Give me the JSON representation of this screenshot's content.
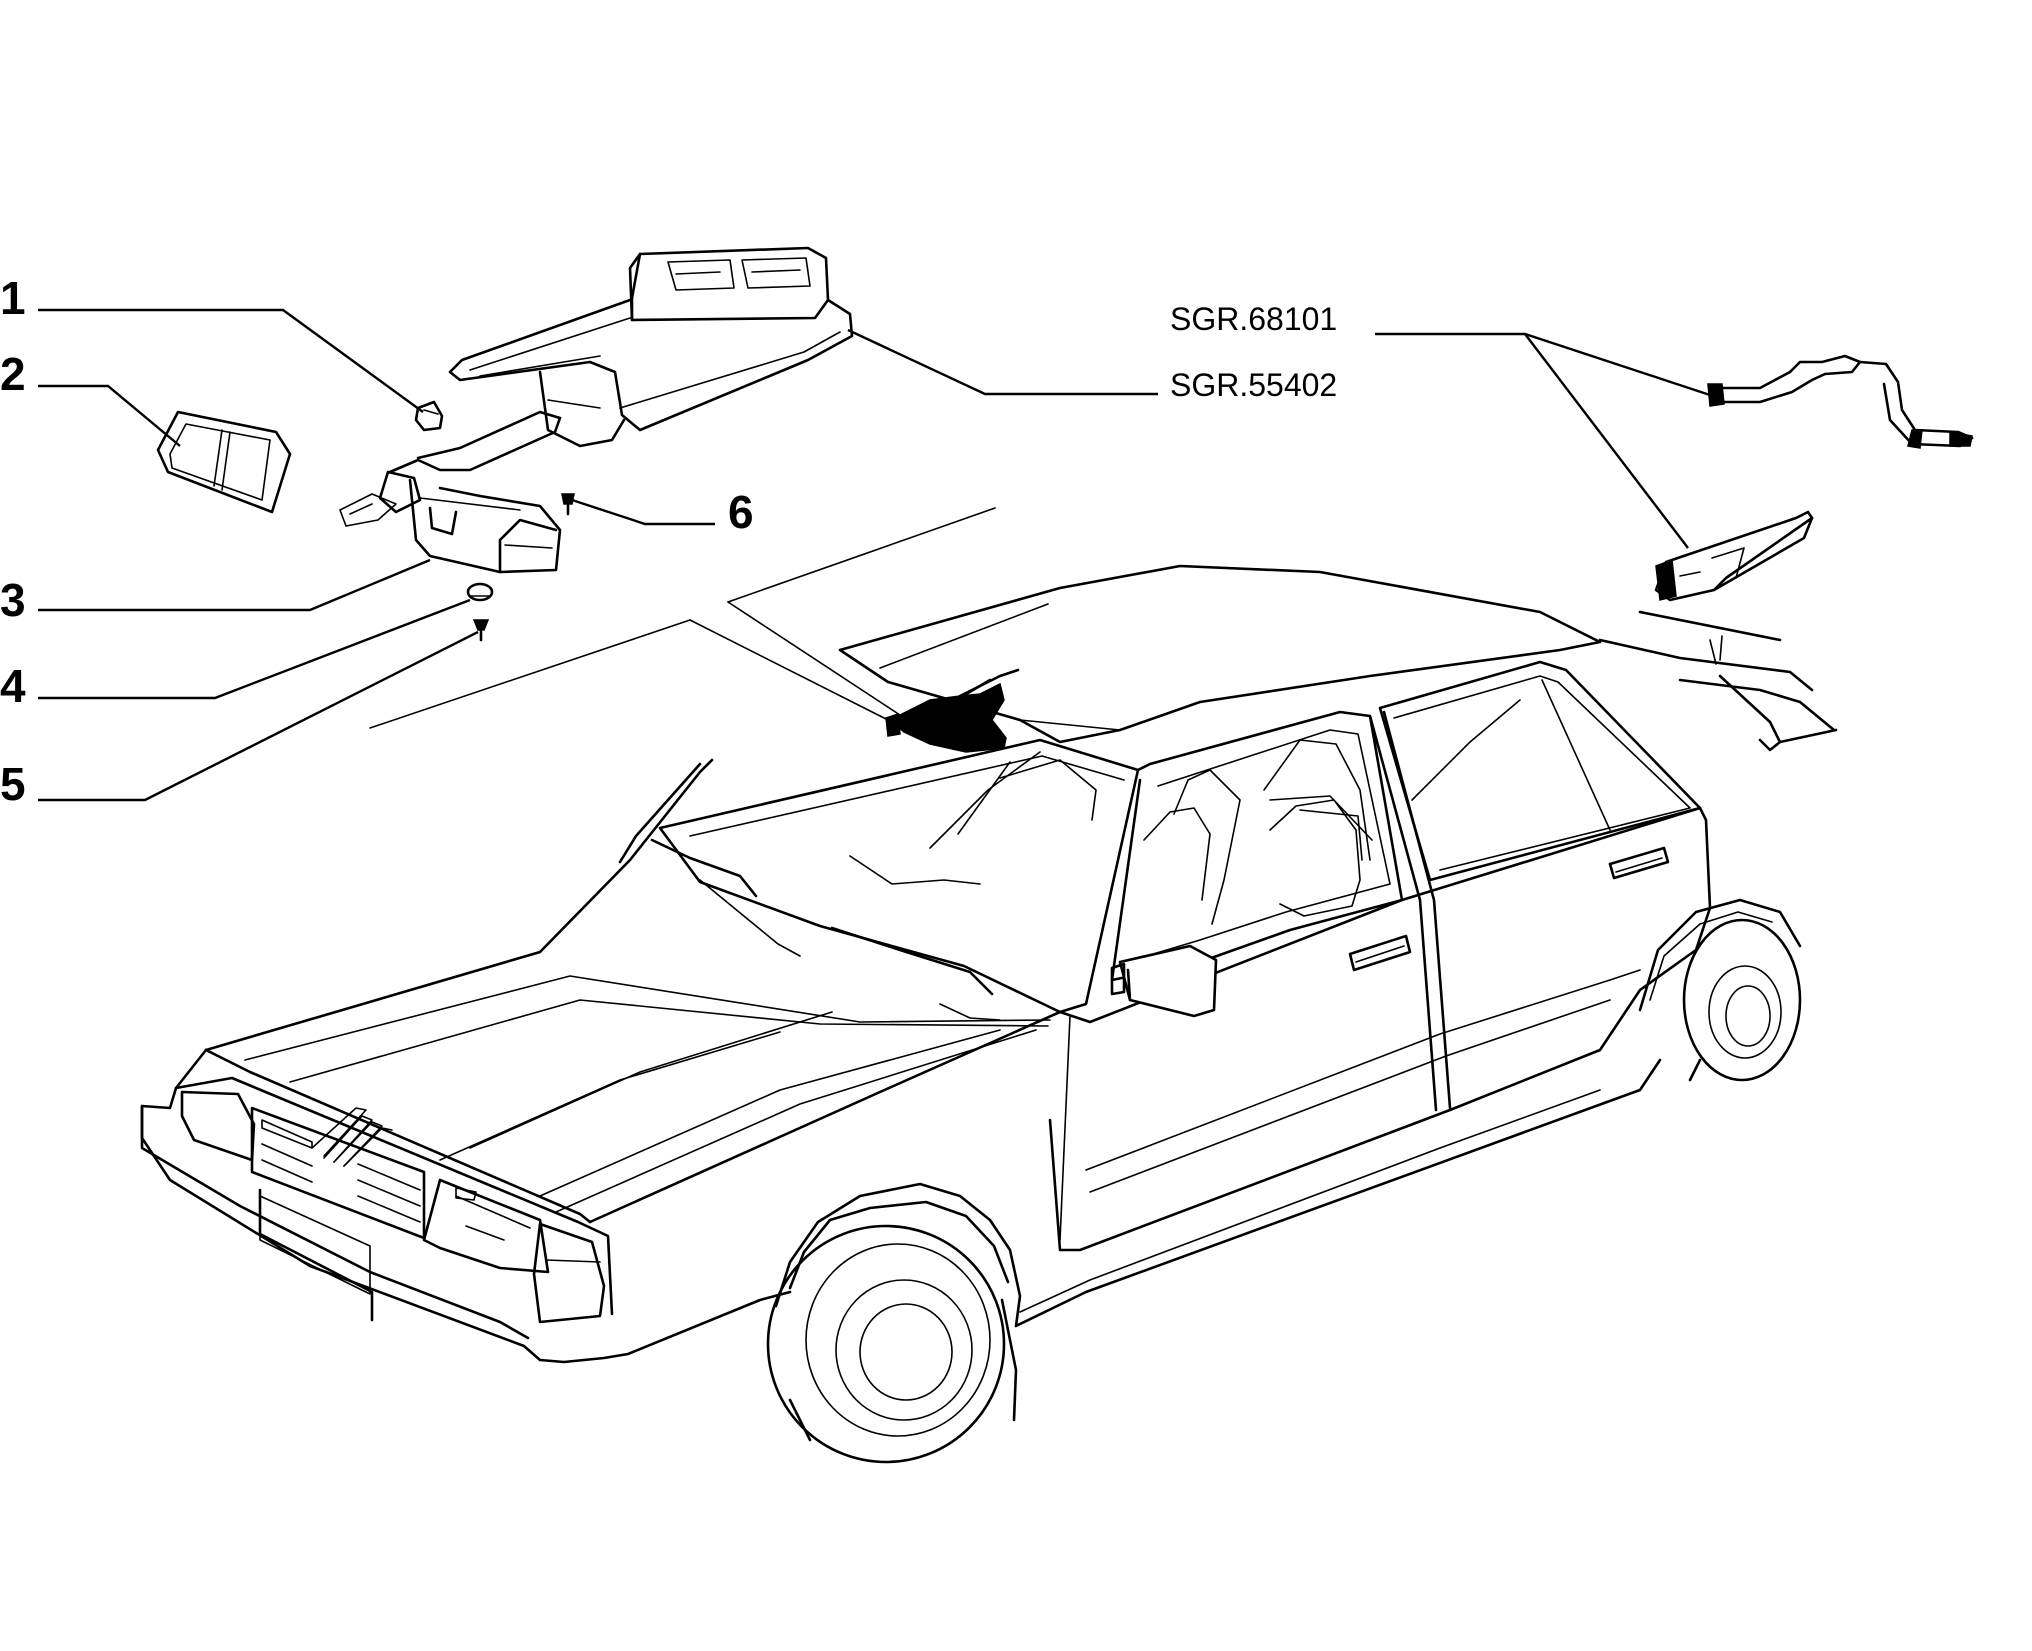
{
  "callouts": [
    {
      "id": "1",
      "label": "1"
    },
    {
      "id": "2",
      "label": "2"
    },
    {
      "id": "3",
      "label": "3"
    },
    {
      "id": "4",
      "label": "4"
    },
    {
      "id": "5",
      "label": "5"
    },
    {
      "id": "6",
      "label": "6"
    }
  ],
  "references": {
    "sgr_68101": "SGR.68101",
    "sgr_55402": "SGR.55402"
  },
  "colors": {
    "background": "#ffffff",
    "ink": "#000000"
  }
}
